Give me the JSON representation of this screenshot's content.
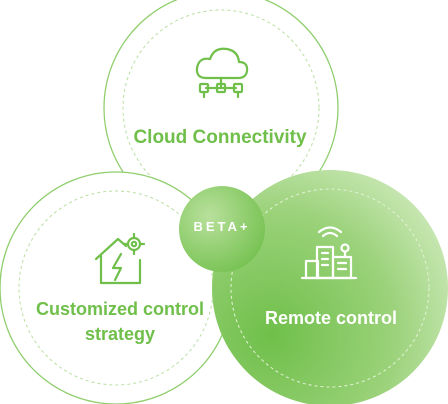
{
  "center": {
    "logo_text": "BETA+"
  },
  "nodes": [
    {
      "id": "cloud",
      "label": "Cloud Connectivity",
      "icon": "cloud-network-icon"
    },
    {
      "id": "custom",
      "label": "Customized control strategy",
      "label_lines": [
        "Customized control",
        "strategy"
      ],
      "icon": "smart-home-energy-icon"
    },
    {
      "id": "remote",
      "label": "Remote control",
      "icon": "remote-buildings-icon"
    }
  ],
  "colors": {
    "accent": "#6fbf4a",
    "light_fill": "#c9e8b4",
    "outline": "#8fce6c",
    "dashed": "#b9dfa0"
  }
}
